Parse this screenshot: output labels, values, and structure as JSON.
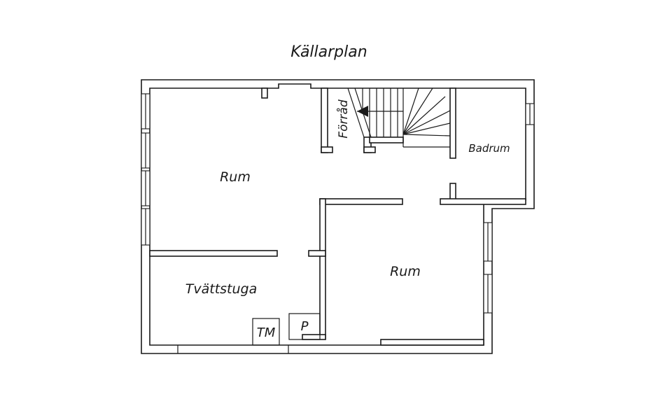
{
  "plan": {
    "title": "Källarplan",
    "rooms": {
      "rum_left": "Rum",
      "rum_right": "Rum",
      "tvattstuga": "Tvättstuga",
      "badrum": "Badrum",
      "forrad": "Förråd",
      "tm": "TM",
      "p": "P"
    }
  }
}
